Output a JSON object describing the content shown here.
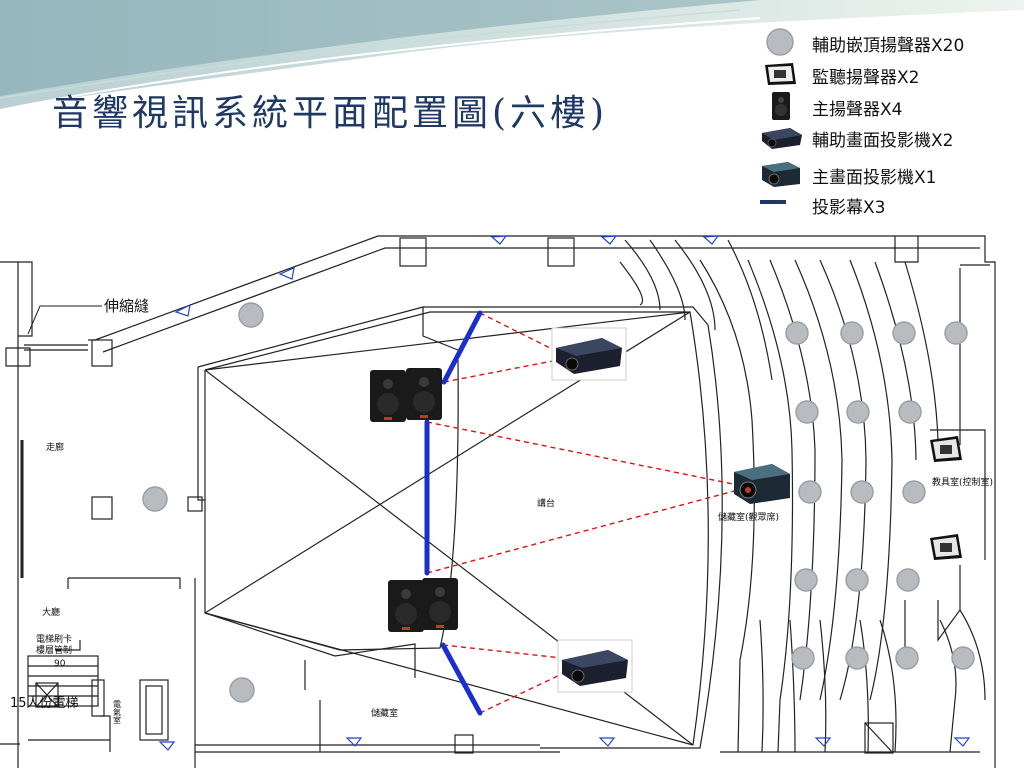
{
  "title": "音響視訊系統平面配置圖(六樓)",
  "legend": [
    {
      "icon": "ceiling-speaker-icon",
      "label": "輔助嵌頂揚聲器X20"
    },
    {
      "icon": "monitor-speaker-icon",
      "label": "監聽揚聲器X2"
    },
    {
      "icon": "main-speaker-icon",
      "label": "主揚聲器X4"
    },
    {
      "icon": "aux-projector-icon",
      "label": "輔助畫面投影機X2"
    },
    {
      "icon": "main-projector-icon",
      "label": "主畫面投影機X1"
    },
    {
      "icon": "projection-screen-icon",
      "label": "投影幕X3"
    }
  ],
  "plan": {
    "labels": {
      "expansion_joint": "伸縮縫",
      "corridor": "走廊",
      "hall": "大廳",
      "elevator_card": "電梯刷卡",
      "floor_control": "樓層管制",
      "num_90": "90",
      "elevator_15": "15人份電梯",
      "electric_room": "電氣室",
      "stage": "講台",
      "storage": "儲藏室",
      "storage_booth": "儲藏室(觀眾席)",
      "control_room": "教具室(控制室)"
    }
  },
  "colors": {
    "title": "#1f3864",
    "screen": "#1a2fd0",
    "beam": "#e01010",
    "ceiling_speaker": "#b8bcc0",
    "wall": "#222222",
    "legend_screen": "#1f3864"
  }
}
